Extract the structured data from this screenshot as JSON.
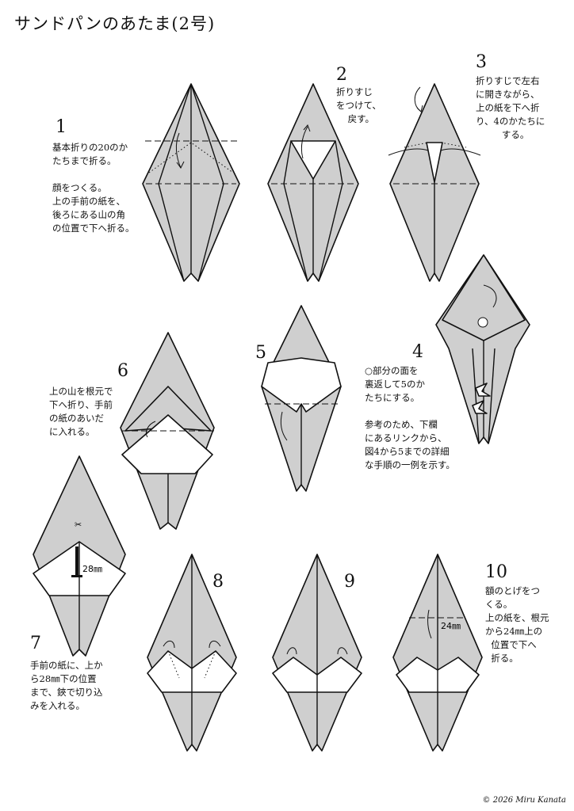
{
  "title": "サンドパンのあたま(2号)",
  "copyright": "© 2026 Miru Kanata",
  "steps": [
    {
      "num": "1",
      "text": "基本折りの20のか\nたちまで折る。\n\n顔をつくる。\n上の手前の紙を、\n後ろにある山の角\nの位置で下へ折る。"
    },
    {
      "num": "2",
      "text": "折りすじ\nをつけて、\n    戻す。"
    },
    {
      "num": "3",
      "text": "折りすじで左右\nに開きながら、\n上の紙を下へ折\nり、4のかたちに\n         する。"
    },
    {
      "num": "4",
      "text": "○部分の面を\n裏返して5のか\nたちにする。\n\n参考のため、下欄\nにあるリンクから、\n図4から5までの詳細\nな手順の一例を示す。"
    },
    {
      "num": "5",
      "text": ""
    },
    {
      "num": "6",
      "text": "上の山を根元で\n下へ折り、手前\nの紙のあいだ\nに入れる。"
    },
    {
      "num": "7",
      "text": "手前の紙に、上か\nら28㎜下の位置\nまで、鋏で切り込\nみを入れる。"
    },
    {
      "num": "8",
      "text": ""
    },
    {
      "num": "9",
      "text": ""
    },
    {
      "num": "10",
      "text": "額のとげをつ\nくる。\n上の紙を、根元\nから24㎜上の\n  位置で下へ\n  折る。"
    }
  ],
  "dimensions": {
    "cut_length": "28㎜",
    "fold_height": "24㎜"
  },
  "icons": [
    "scissors-icon",
    "flip-circle-icon",
    "arrow-icon"
  ]
}
